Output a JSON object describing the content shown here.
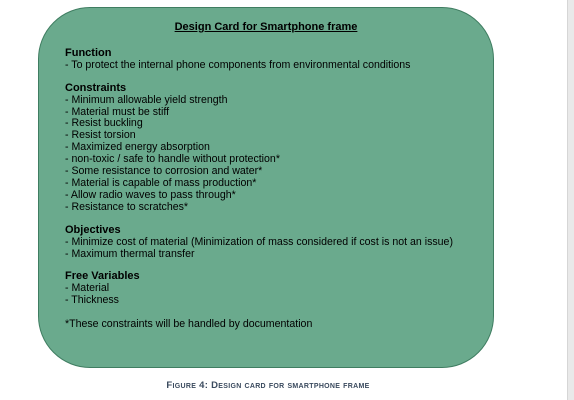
{
  "card": {
    "title": "Design Card for Smartphone frame",
    "function": {
      "heading": "Function",
      "items": [
        "- To protect the internal phone components from environmental conditions"
      ]
    },
    "constraints": {
      "heading": "Constraints",
      "items": [
        "- Minimum allowable yield strength",
        "- Material must be stiff",
        "- Resist buckling",
        "- Resist torsion",
        "- Maximized energy absorption",
        "- non-toxic / safe to handle without protection*",
        "- Some resistance to corrosion and water*",
        "- Material is capable of mass production*",
        "- Allow radio waves to pass through*",
        "- Resistance to scratches*"
      ]
    },
    "objectives": {
      "heading": "Objectives",
      "items": [
        "- Minimize cost of material (Minimization of mass considered if cost is not an issue)",
        "- Maximum thermal transfer"
      ]
    },
    "free_variables": {
      "heading": "Free Variables",
      "items": [
        "- Material",
        "- Thickness"
      ]
    },
    "note": "*These constraints will be handled by documentation"
  },
  "caption": "Figure 4: Design card for smartphone frame",
  "colors": {
    "card_fill": "#6aaa8d",
    "card_border": "#3f7d61",
    "caption_text": "#3a4a5e"
  }
}
